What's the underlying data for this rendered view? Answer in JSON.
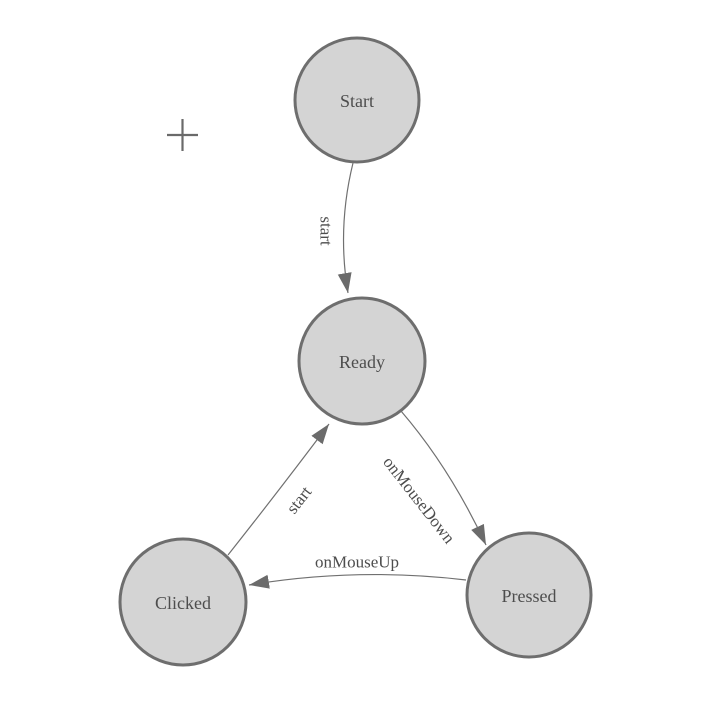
{
  "canvas": {
    "background": "#ffffff"
  },
  "colors": {
    "node_fill": "#d4d4d4",
    "node_border": "#6e6e6e",
    "edge_line": "#707070",
    "arrowhead": "#6b6b6b",
    "label_text": "#4d4d4d",
    "crosshair": "#6a6a6a",
    "canvas_bg": "#ffffff"
  },
  "diagram": {
    "type": "finite-state-machine",
    "nodes": [
      {
        "id": "start",
        "label": "Start"
      },
      {
        "id": "ready",
        "label": "Ready"
      },
      {
        "id": "clicked",
        "label": "Clicked"
      },
      {
        "id": "pressed",
        "label": "Pressed"
      }
    ],
    "edges": [
      {
        "from": "Start",
        "to": "Ready",
        "label": "start"
      },
      {
        "from": "Ready",
        "to": "Pressed",
        "label": "onMouseDown"
      },
      {
        "from": "Pressed",
        "to": "Clicked",
        "label": "onMouseUp"
      },
      {
        "from": "Clicked",
        "to": "Ready",
        "label": "start"
      }
    ]
  },
  "icons": [
    {
      "name": "crosshair-icon",
      "glyph": "+"
    }
  ]
}
